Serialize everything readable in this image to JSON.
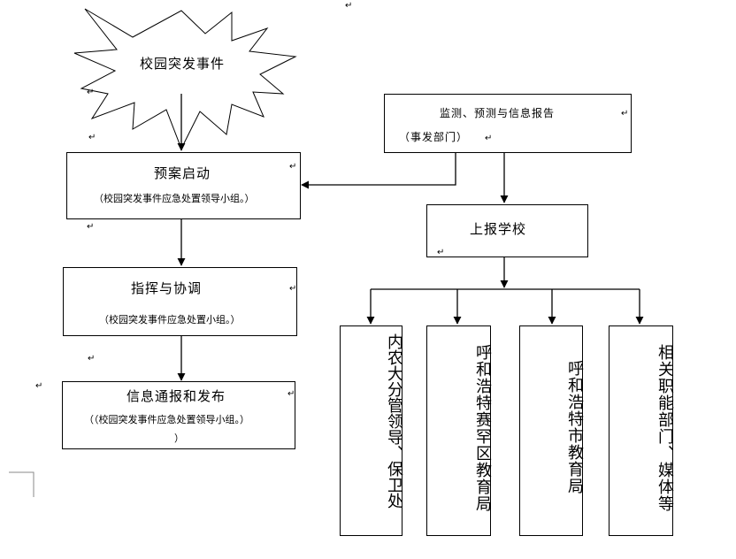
{
  "burst": {
    "label": "校园突发事件"
  },
  "monitor": {
    "title": "监测、预测与信息报告",
    "subtitle": "（事发部门）"
  },
  "plan_start": {
    "title": "预案启动",
    "subtitle": "（校园突发事件应急处置领导小组。）"
  },
  "report_school": {
    "title": "上报学校"
  },
  "command": {
    "title": "指挥与协调",
    "subtitle": "（校园突发事件应急处置小组。）"
  },
  "info_release": {
    "title": "信息通报和发布",
    "subtitle_line1": "（（校园突发事件应急处置领导小组。）",
    "subtitle_line2": "）"
  },
  "dept_neinong": {
    "label": "内农大分管领导、保卫处"
  },
  "dept_saihan": {
    "label": "呼和浩特赛罕区教育局"
  },
  "dept_city": {
    "label": "呼和浩特市教育局"
  },
  "dept_media": {
    "label": "相关职能部门、媒体等"
  },
  "para_mark": "↵"
}
